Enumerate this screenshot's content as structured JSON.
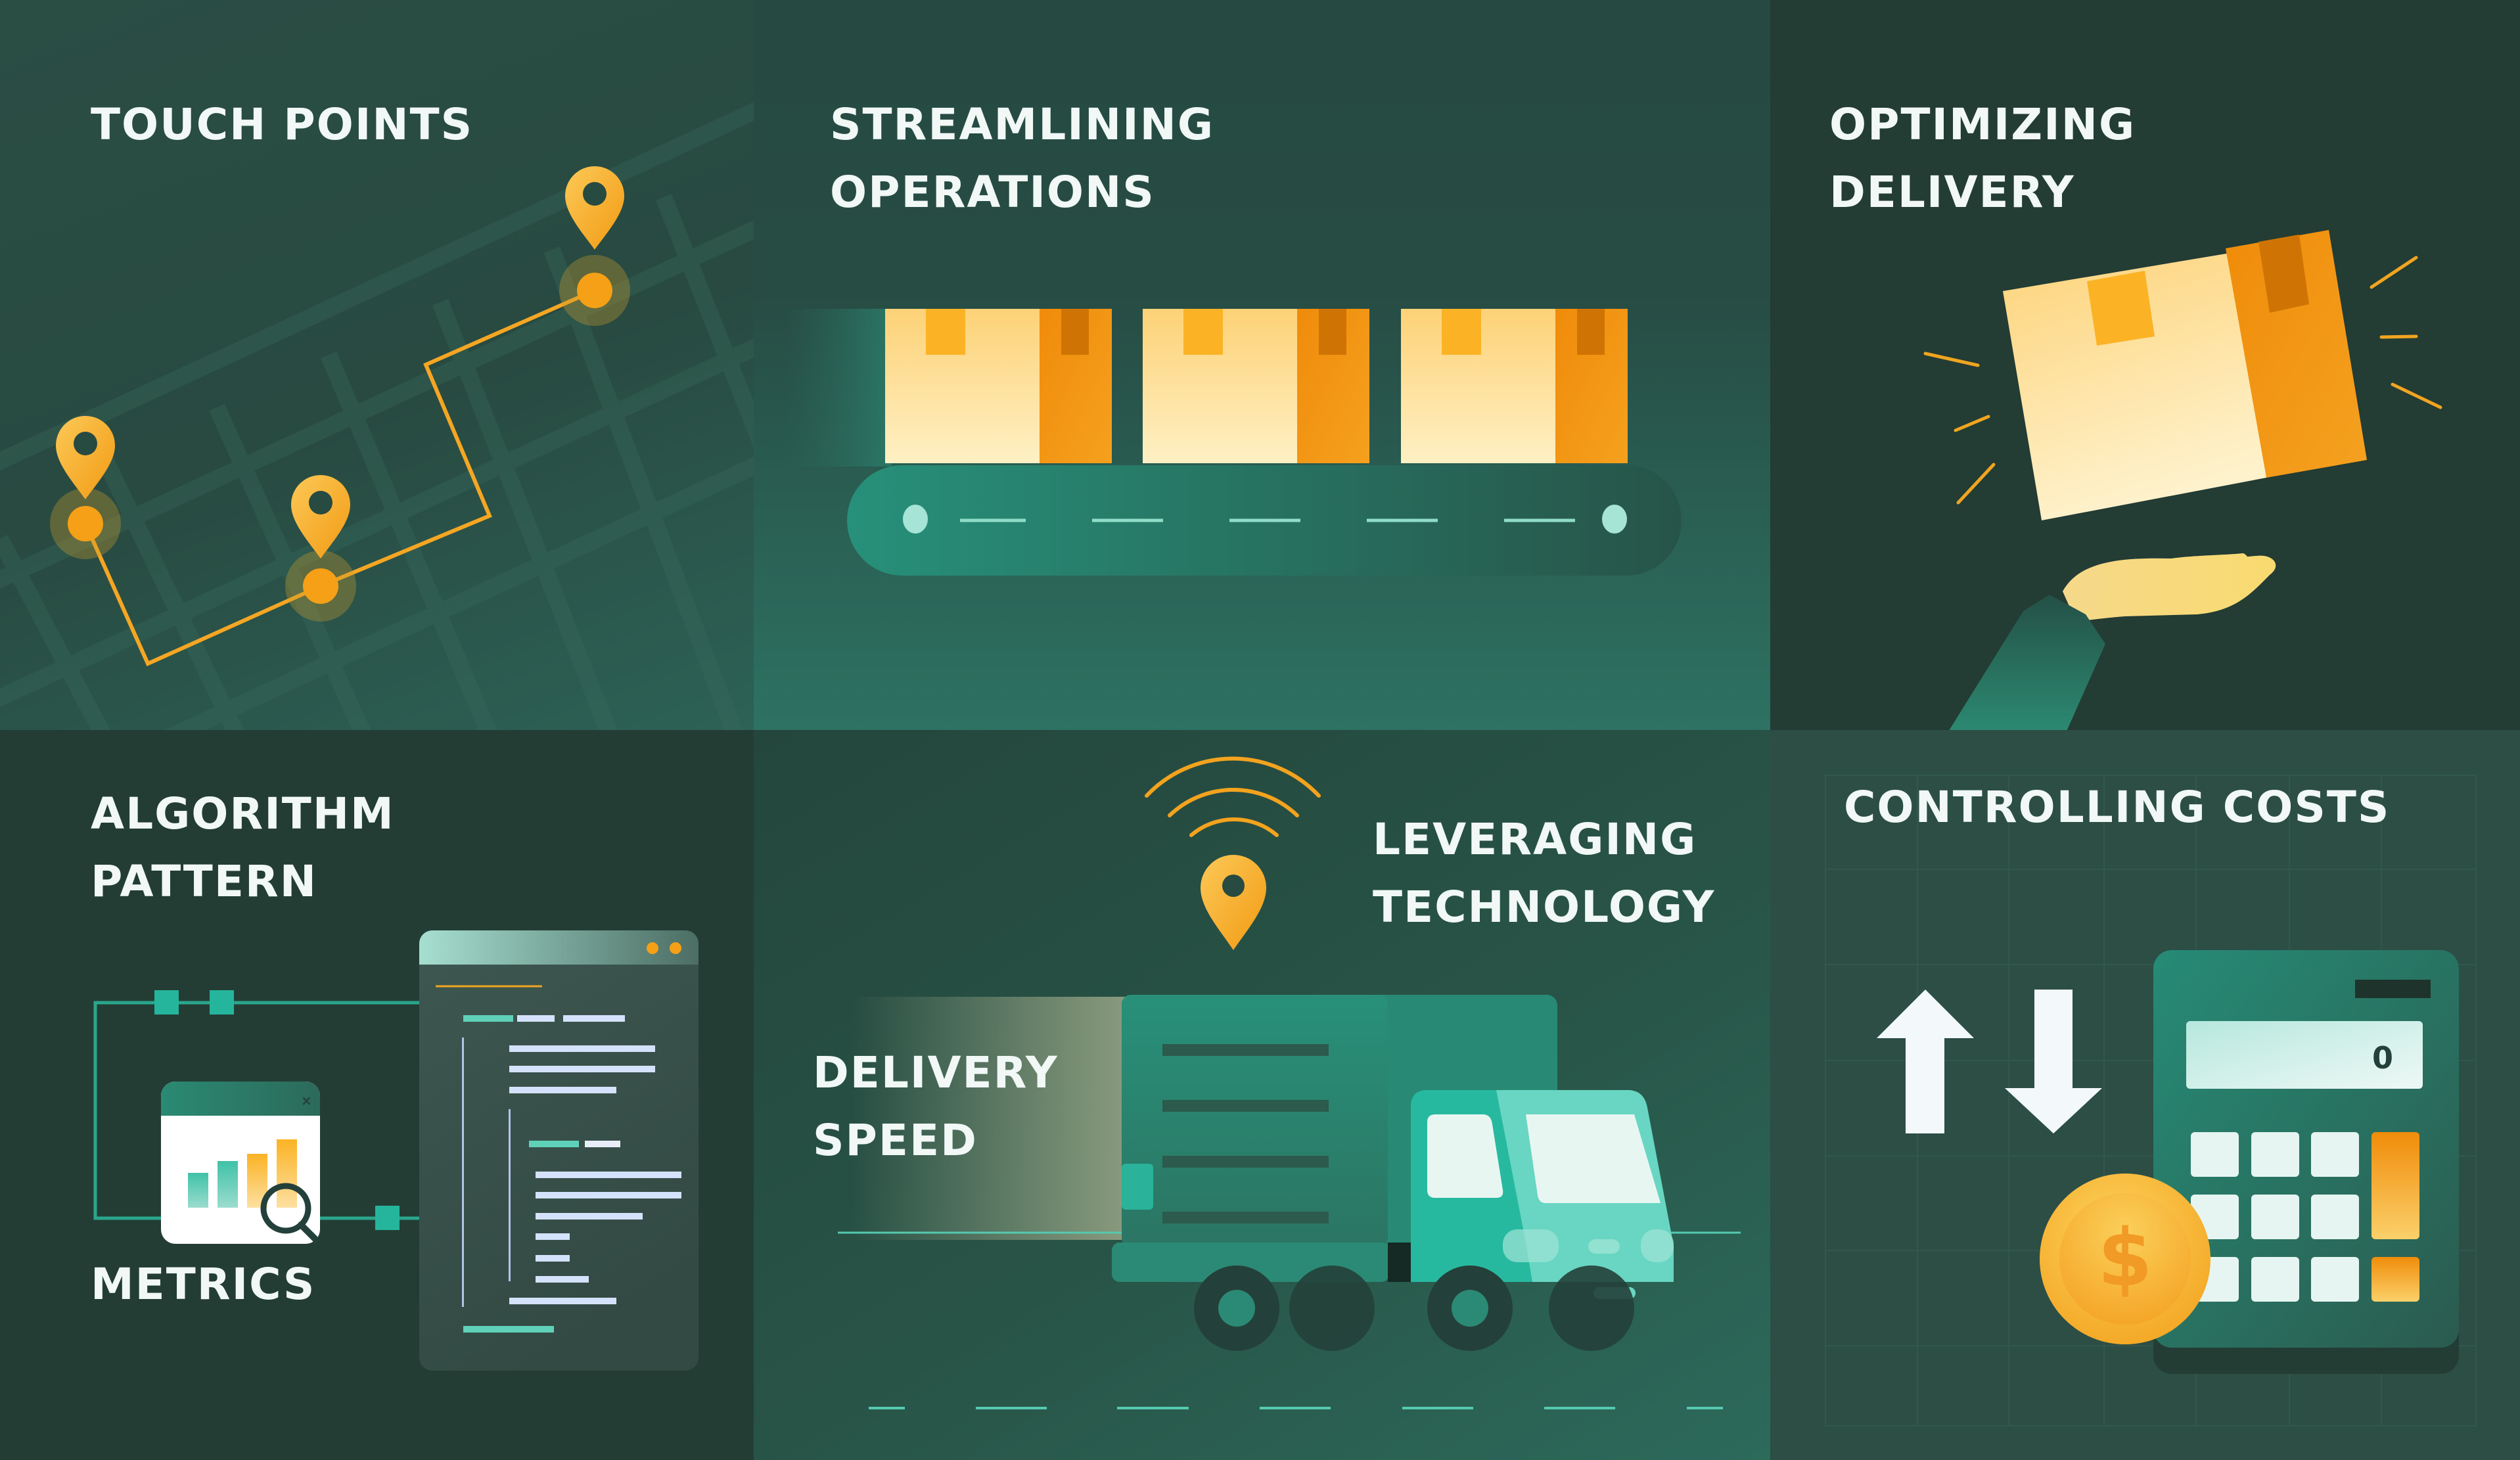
{
  "panels": {
    "touch_points": {
      "title_lines": [
        "TOUCH POINTS"
      ],
      "pins": 3,
      "accent": "#f5a623"
    },
    "streamlining_operations": {
      "title_lines": [
        "STREAMLINING",
        "OPERATIONS"
      ],
      "boxes": 3
    },
    "optimizing_delivery": {
      "title_lines": [
        "OPTIMIZING",
        "DELIVERY"
      ]
    },
    "algorithm_pattern": {
      "title_lines": [
        "ALGORITHM",
        "PATTERN"
      ],
      "caption": "METRICS"
    },
    "delivery_speed": {
      "title_lines": [
        "DELIVERY",
        "SPEED"
      ],
      "tech_title_lines": [
        "LEVERAGING",
        "TECHNOLOGY"
      ]
    },
    "controlling_costs": {
      "title_lines": [
        "CONTROLLING COSTS"
      ],
      "calculator_display": "0",
      "coin_symbol": "$"
    }
  },
  "colors": {
    "background_dark": "#233c34",
    "background_mid": "#2c4e45",
    "teal": "#25b9a0",
    "teal_light": "#6ad8c3",
    "orange": "#f29111",
    "amber": "#fbb328",
    "cream": "#fde7ad",
    "text": "#f1f8f6"
  }
}
